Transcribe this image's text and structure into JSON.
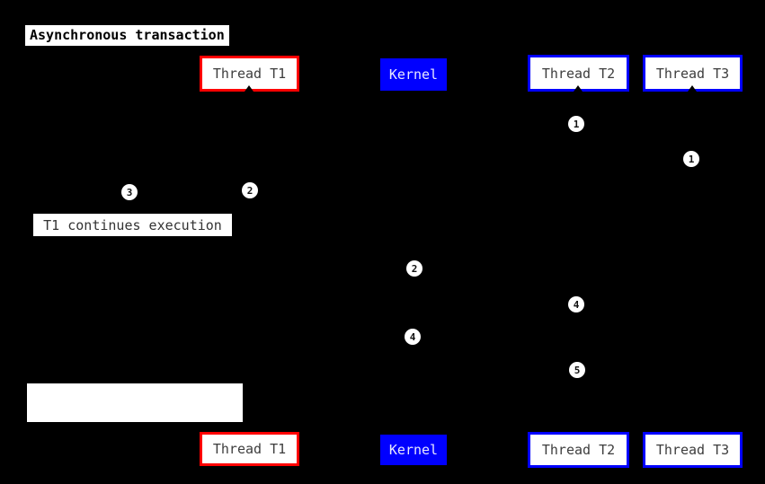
{
  "diagram": {
    "type": "sequence-diagram",
    "title": "Asynchronous transaction",
    "background_color": "#000000",
    "palette": {
      "canvas": "#000000",
      "initiator_border": "#ff0000",
      "peer_border": "#0000ff",
      "kernel_fill": "#0000ff",
      "box_fill": "#ffffff",
      "box_text": "#3d3d3d",
      "kernel_text": "#e8e8ff",
      "note_fill": "#ffffff",
      "note_text": "#333333",
      "badge_fill": "#ffffff",
      "badge_text": "#111111"
    },
    "actors": [
      {
        "label": "Thread T1"
      },
      {
        "label": "Kernel"
      },
      {
        "label": "Thread T2"
      },
      {
        "label": "Thread T3"
      }
    ],
    "notes": [
      {
        "text": "T1 continues execution"
      },
      {
        "text": ""
      }
    ],
    "sequence_numbers": [
      "1",
      "1",
      "2",
      "3",
      "2",
      "4",
      "4",
      "5"
    ]
  }
}
